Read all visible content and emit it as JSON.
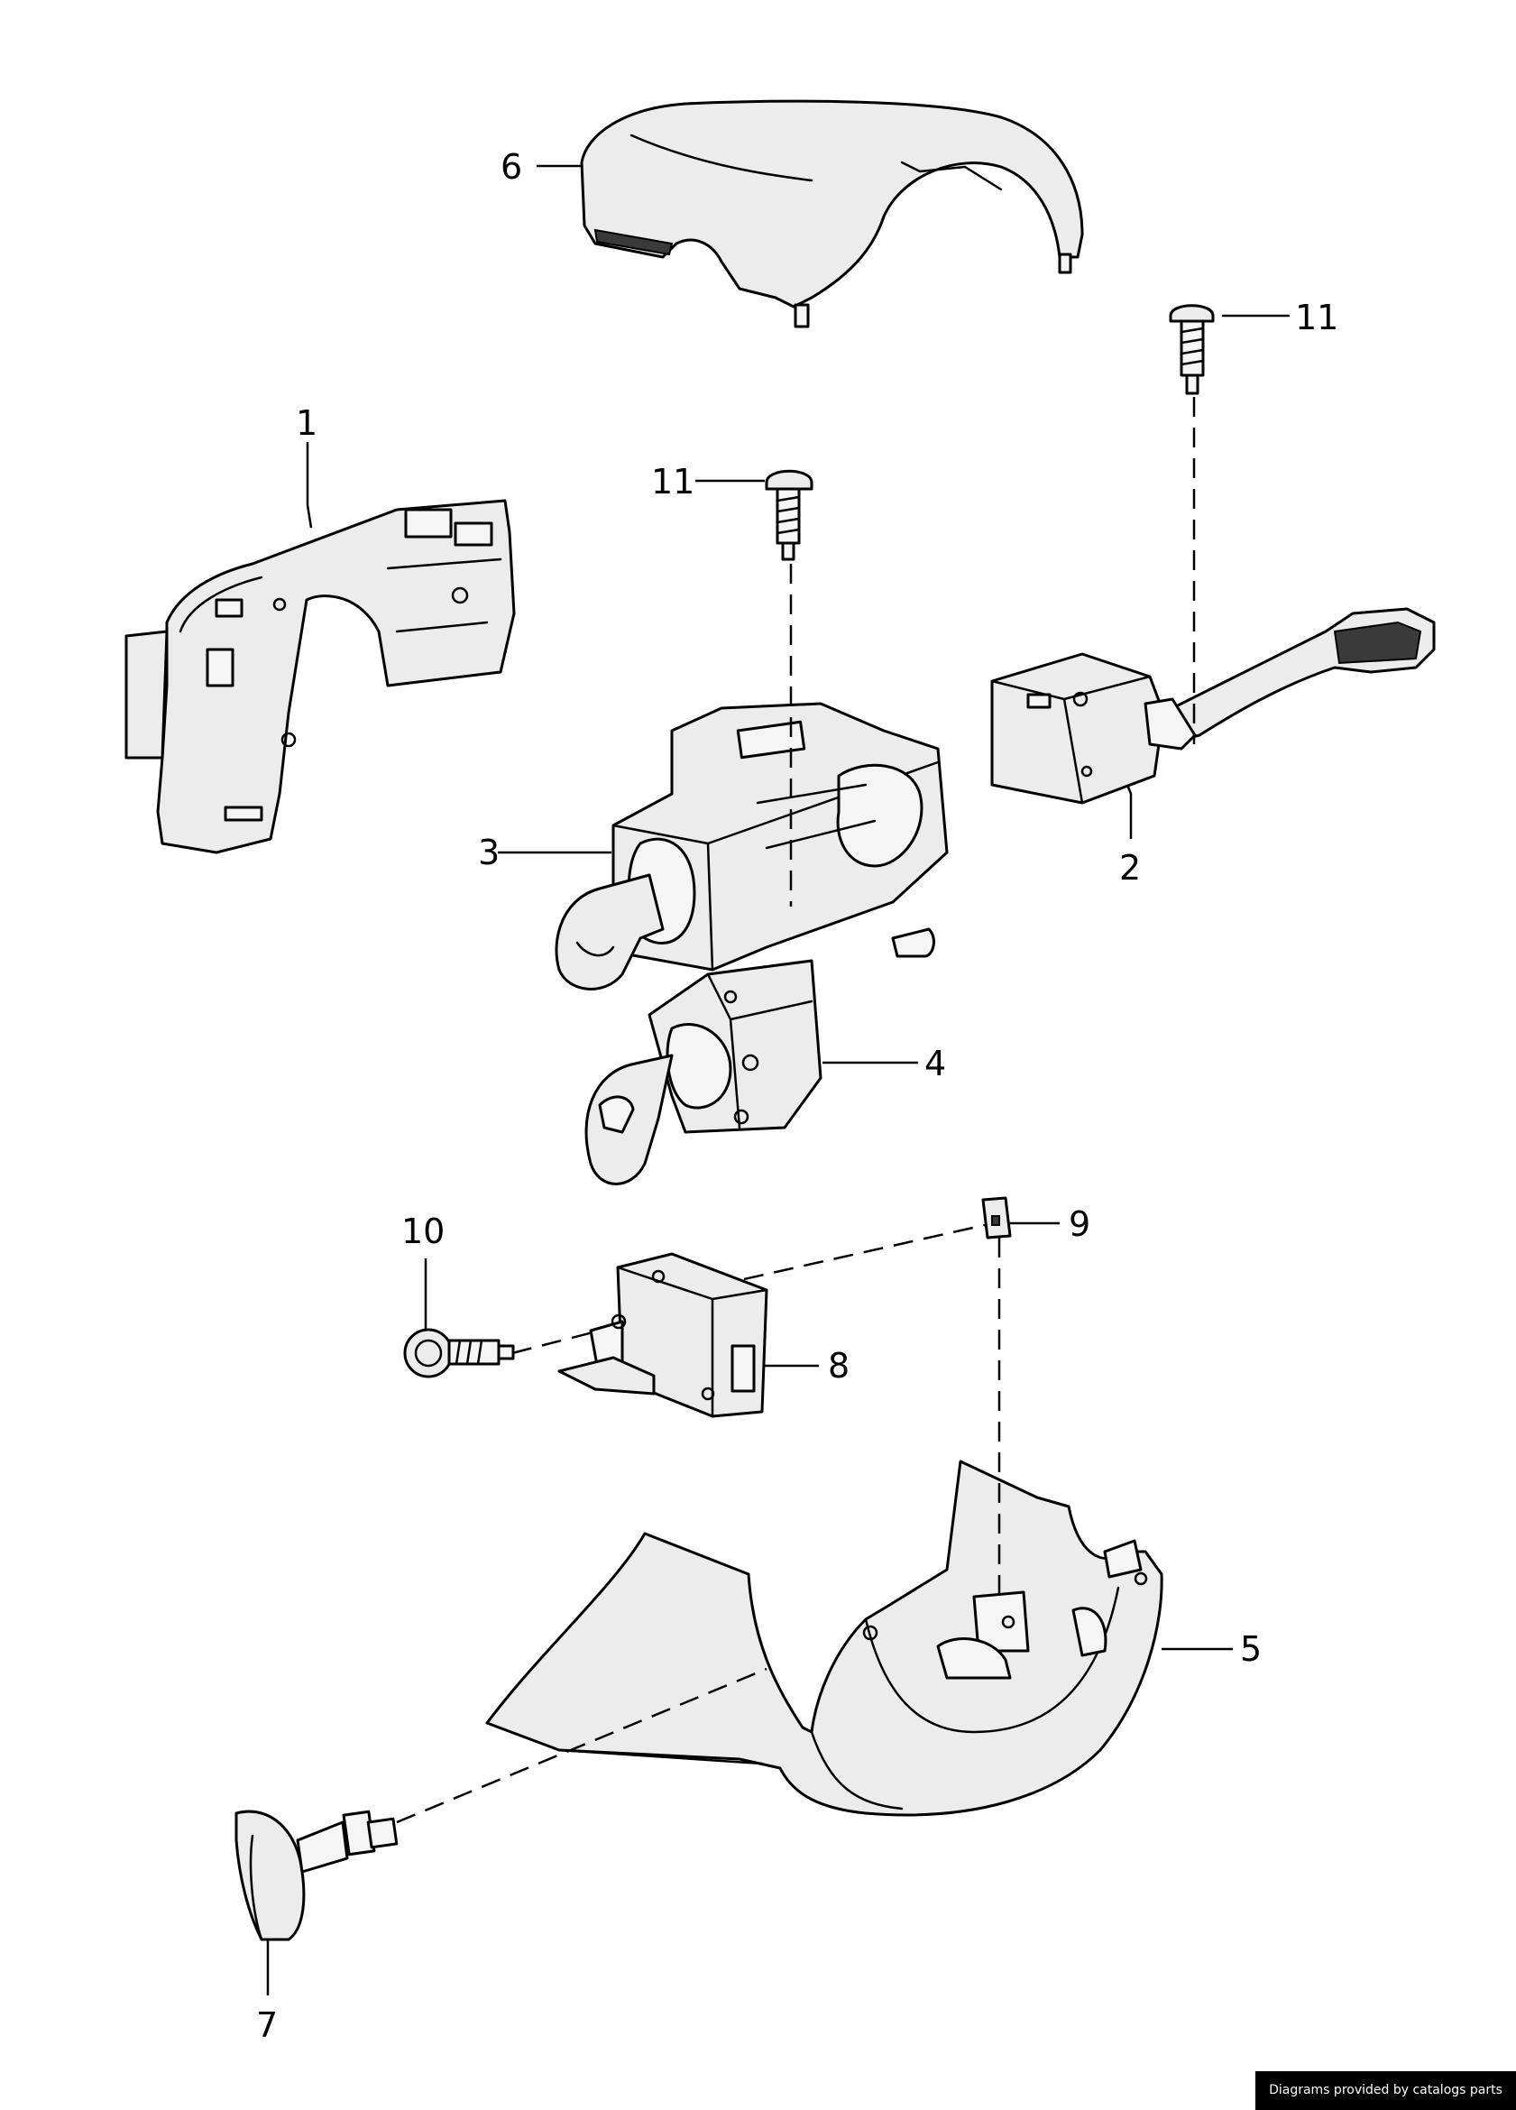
{
  "callouts": {
    "c1": "1",
    "c2": "2",
    "c3": "3",
    "c4": "4",
    "c5": "5",
    "c6": "6",
    "c7": "7",
    "c8": "8",
    "c9": "9",
    "c10": "10",
    "c11a": "11",
    "c11b": "11"
  },
  "footer": {
    "credit": "Diagrams provided by catalogs parts"
  }
}
